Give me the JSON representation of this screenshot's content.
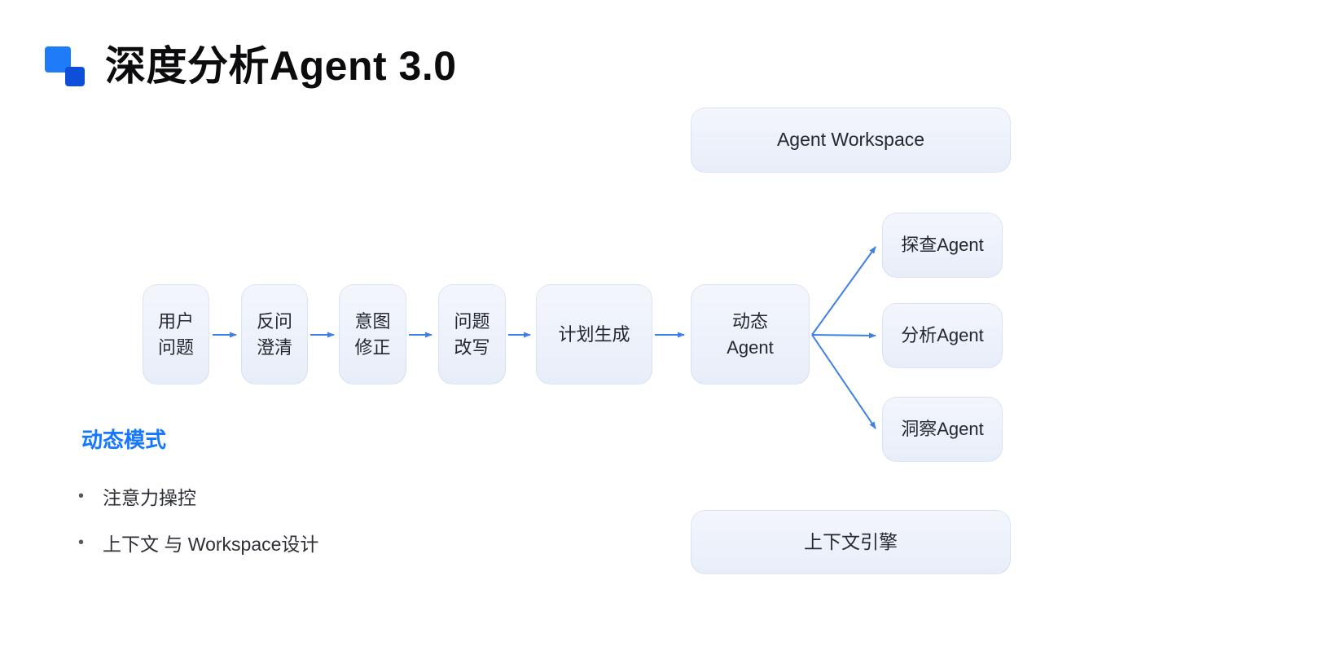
{
  "title": "深度分析Agent 3.0",
  "colors": {
    "accent_blue": "#1677ff",
    "arrow_blue": "#3e7fe8",
    "box_background": "#edf2fb"
  },
  "top_box": {
    "label": "Agent Workspace"
  },
  "bottom_box": {
    "label": "上下文引擎"
  },
  "flow_nodes": [
    {
      "id": "user-question",
      "label": "用户\n问题"
    },
    {
      "id": "ask-clarify",
      "label": "反问\n澄清"
    },
    {
      "id": "intent-fix",
      "label": "意图\n修正"
    },
    {
      "id": "rewrite",
      "label": "问题\n改写"
    },
    {
      "id": "plan-generate",
      "label": "计划生成"
    },
    {
      "id": "dynamic-agent",
      "label": "动态\nAgent"
    }
  ],
  "agent_nodes": [
    {
      "id": "explore-agent",
      "label": "探查Agent"
    },
    {
      "id": "analyze-agent",
      "label": "分析Agent"
    },
    {
      "id": "insight-agent",
      "label": "洞察Agent"
    }
  ],
  "section": {
    "heading": "动态模式",
    "bullets": [
      "注意力操控",
      "上下文 与 Workspace设计"
    ],
    "bullet_glyph": "•"
  }
}
